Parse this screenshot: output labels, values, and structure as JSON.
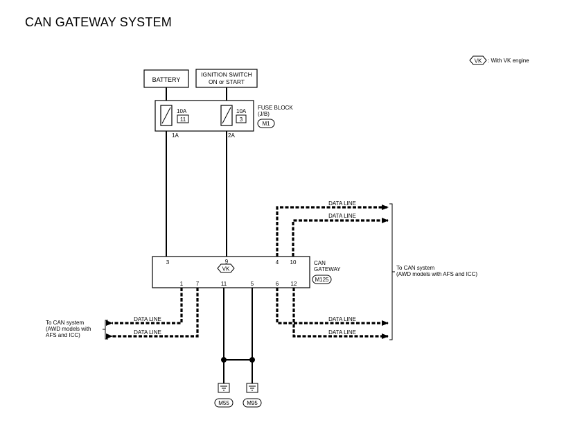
{
  "title": "CAN GATEWAY SYSTEM",
  "legend": {
    "badge": "VK",
    "text": ": With VK engine"
  },
  "battery": "BATTERY",
  "ignition": {
    "line1": "IGNITION SWITCH",
    "line2": "ON or START"
  },
  "fuse_block": {
    "label1": "FUSE BLOCK",
    "label2": "(J/B)",
    "connector": "M1",
    "fuses": [
      {
        "amps": "10A",
        "number": "11",
        "terminal": "1A"
      },
      {
        "amps": "10A",
        "number": "3",
        "terminal": "2A"
      }
    ]
  },
  "gateway": {
    "label1": "CAN",
    "label2": "GATEWAY",
    "connector": "M125",
    "badge": "VK",
    "top_pins": [
      "3",
      "9",
      "4",
      "10"
    ],
    "bottom_pins": [
      "1",
      "7",
      "11",
      "5",
      "6",
      "12"
    ]
  },
  "data_line_label": "DATA LINE",
  "right_note": {
    "line1": "To CAN system",
    "line2": "(AWD models with AFS and ICC)"
  },
  "left_note": {
    "line1": "To CAN system",
    "line2": "(AWD models with",
    "line3": "AFS and ICC)"
  },
  "grounds": [
    "M55",
    "M95"
  ]
}
